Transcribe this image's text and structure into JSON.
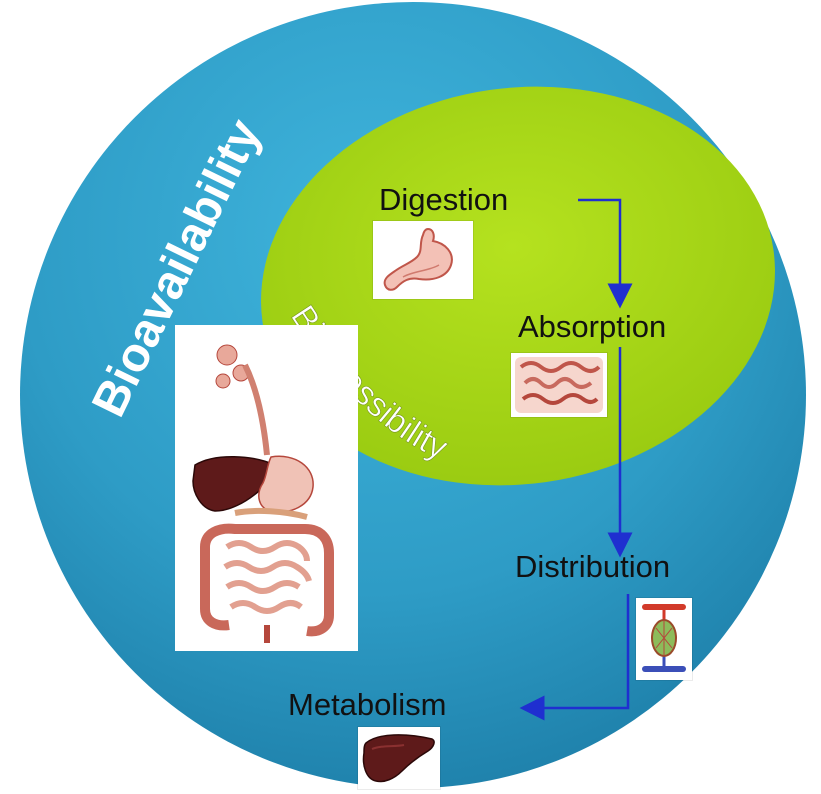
{
  "diagram": {
    "outer_label": "Bioavailability",
    "inner_label": "Bioccessibility",
    "steps": [
      {
        "label": "Digestion",
        "icon": "stomach-icon"
      },
      {
        "label": "Absorption",
        "icon": "intestine-icon"
      },
      {
        "label": "Distribution",
        "icon": "capillary-icon"
      },
      {
        "label": "Metabolism",
        "icon": "liver-icon"
      }
    ],
    "illustration": "digestive-system-illustration",
    "colors": {
      "outer_circle": "#2f9ec9",
      "inner_ellipse": "#a6d418",
      "arrow": "#1f2fd0",
      "outer_text": "#ffffff",
      "step_text": "#111111"
    }
  }
}
